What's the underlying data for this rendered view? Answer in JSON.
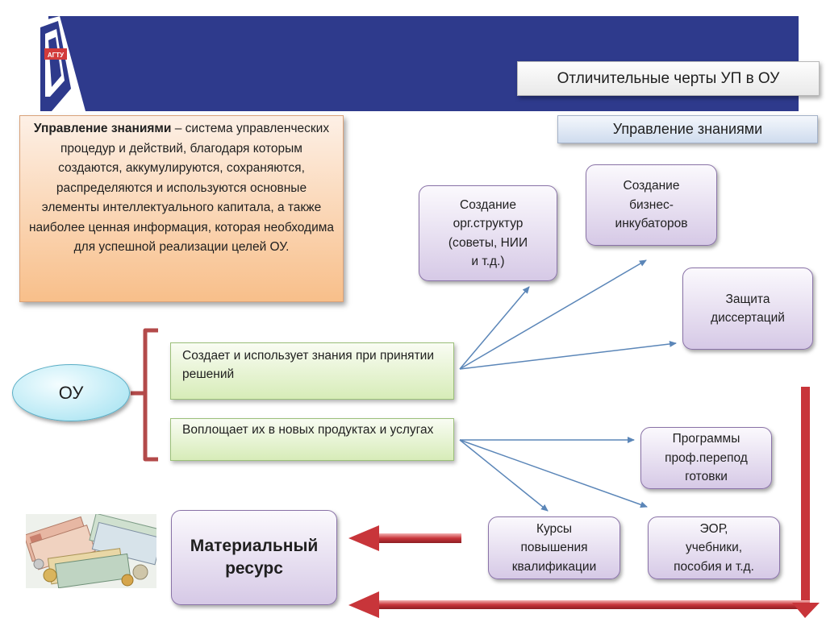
{
  "header": {
    "logo_text": "АГТУ",
    "title": "Отличительные черты УП в ОУ",
    "subtitle": "Управление знаниями"
  },
  "definition": {
    "term": "Управление знаниями",
    "text": " – система управленческих процедур и действий, благодаря которым создаются, аккумулируются, сохраняются, распределяются и используются основные элементы интеллектуального капитала, а также наиболее ценная информация, которая необходима для успешной реализации целей ОУ."
  },
  "center": {
    "label": "ОУ"
  },
  "roles": {
    "role1": "Создает и использует знания при принятии решений",
    "role2": "Воплощает их в новых продуктах и услугах"
  },
  "outcomes": {
    "org_structures": [
      "Создание",
      "орг.структур",
      "(советы, НИИ",
      "и т.д.)"
    ],
    "incubators": [
      "Создание",
      "бизнес-",
      "инкубаторов"
    ],
    "dissertations": [
      "Защита",
      "диссертаций"
    ],
    "retraining": [
      "Программы",
      "проф.перепод",
      "готовки"
    ],
    "courses": [
      "Курсы",
      "повышения",
      "квалификации"
    ],
    "eor": [
      "ЭОР,",
      "учебники,",
      "пособия и т.д."
    ]
  },
  "resource": {
    "label": [
      "Материальный",
      "ресурс"
    ]
  },
  "colors": {
    "banner": "#2e3a8c",
    "arrow_blue": "#5b86b8",
    "arrow_red": "#c0393b",
    "bracket": "#b34a4a"
  }
}
